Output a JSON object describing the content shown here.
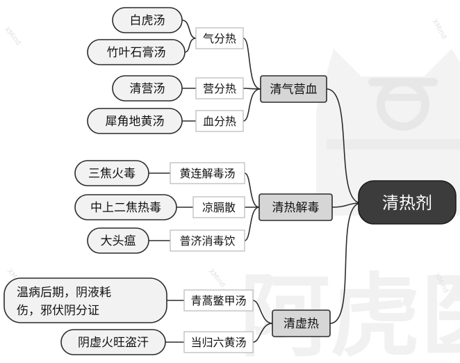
{
  "watermark": {
    "big_text": "阿虎医",
    "brand": "XMind"
  },
  "root": {
    "label": "清热剂"
  },
  "groups": [
    {
      "label": "清气营血",
      "subs": [
        {
          "label": "气分热",
          "leaves": [
            "白虎汤",
            "竹叶石膏汤"
          ]
        },
        {
          "label": "营分热",
          "leaves": [
            "清营汤"
          ]
        },
        {
          "label": "血分热",
          "leaves": [
            "犀角地黄汤"
          ]
        }
      ]
    },
    {
      "label": "清热解毒",
      "subs": [
        {
          "label": "黄连解毒汤",
          "leaves": [
            "三焦火毒"
          ]
        },
        {
          "label": "凉膈散",
          "leaves": [
            "中上二焦热毒"
          ]
        },
        {
          "label": "普济消毒饮",
          "leaves": [
            "大头瘟"
          ]
        }
      ]
    },
    {
      "label": "清虚热",
      "subs": [
        {
          "label": "青蒿鳖甲汤",
          "leaves": [
            "温病后期，阴液耗",
            "伤，邪伏阴分证"
          ]
        },
        {
          "label": "当归六黄汤",
          "leaves": [
            "阴虚火旺盗汗"
          ]
        }
      ]
    }
  ]
}
